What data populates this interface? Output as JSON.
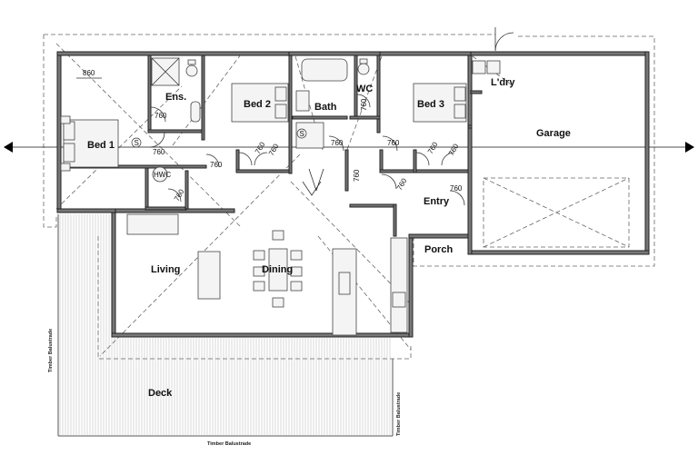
{
  "rooms": {
    "bed1": "Bed 1",
    "ens": "Ens.",
    "bed2": "Bed 2",
    "bath": "Bath",
    "wc": "WC",
    "bed3": "Bed 3",
    "laundry": "L'dry",
    "garage": "Garage",
    "living": "Living",
    "dining": "Dining",
    "entry": "Entry",
    "porch": "Porch",
    "deck": "Deck"
  },
  "fixtures": {
    "hwc": "HWC",
    "s1": "S",
    "s2": "S"
  },
  "dims": {
    "d860": "860",
    "d760": "760"
  },
  "balustrade": "Timber Balustrade"
}
